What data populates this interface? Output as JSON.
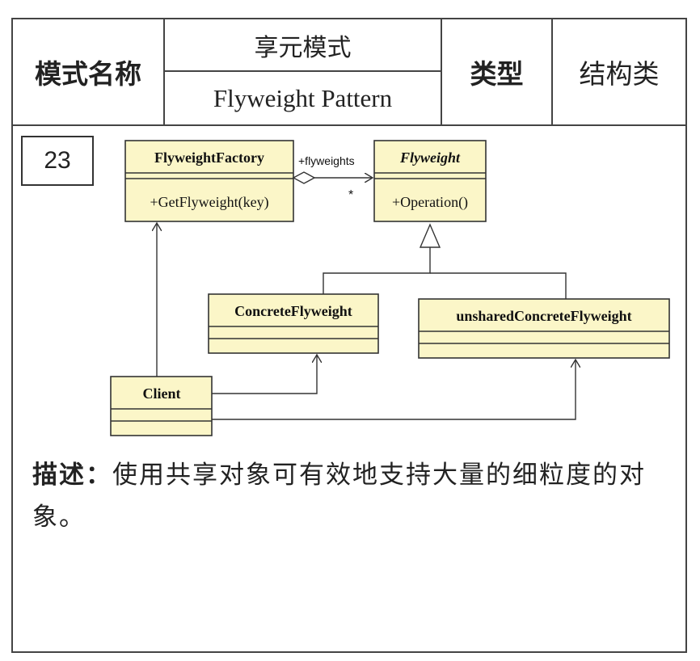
{
  "header": {
    "label_name": "模式名称",
    "title_cn": "享元模式",
    "title_en": "Flyweight Pattern",
    "label_type": "类型",
    "type_value": "结构类"
  },
  "number": "23",
  "diagram": {
    "factory": {
      "name": "FlyweightFactory",
      "method": "+GetFlyweight(key)"
    },
    "flyweight": {
      "name": "Flyweight",
      "method": "+Operation()"
    },
    "concrete": {
      "name": "ConcreteFlyweight"
    },
    "unshared": {
      "name": "unsharedConcreteFlyweight"
    },
    "client": {
      "name": "Client"
    },
    "assoc_label": "+flyweights",
    "assoc_mult": "*"
  },
  "description": {
    "label": "描述：",
    "text": "使用共享对象可有效地支持大量的细粒度的对象。"
  },
  "colors": {
    "class_fill": "#fbf6c8",
    "border": "#444444"
  }
}
